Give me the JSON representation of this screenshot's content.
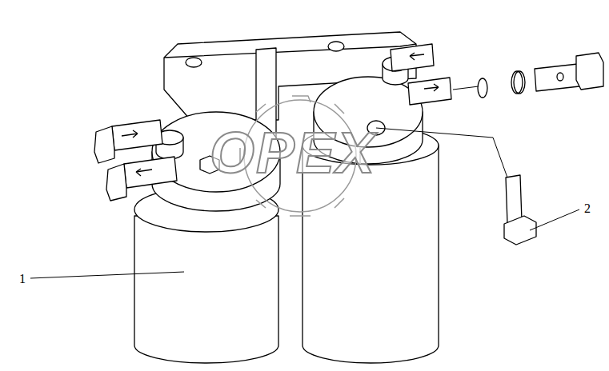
{
  "diagram": {
    "labels": [
      "1",
      "2",
      "OPEX"
    ]
  }
}
